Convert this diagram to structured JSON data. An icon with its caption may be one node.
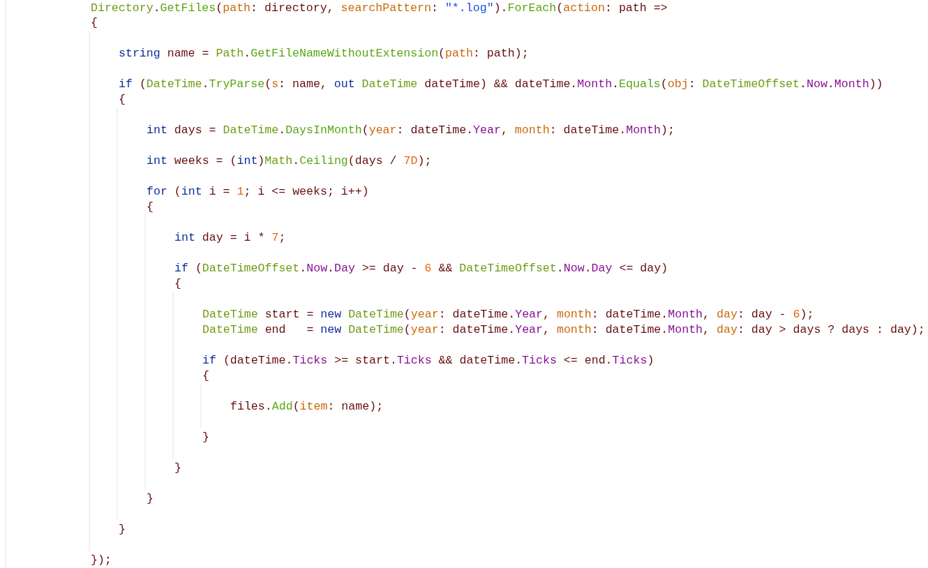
{
  "diagram": {
    "labels": [
      "Directory.GetFiles(path: directory, searchPattern: \"*.log\").ForEach(action: path =>",
      "{",
      "string name = Path.GetFileNameWithoutExtension(path: path);",
      "if (DateTime.TryParse(s: name, out DateTime dateTime) && dateTime.Month.Equals(obj: DateTimeOffset.Now.Month))",
      "{",
      "int days = DateTime.DaysInMonth(year: dateTime.Year, month: dateTime.Month);",
      "int weeks = (int)Math.Ceiling(days / 7D);",
      "for (int i = 1; i <= weeks; i++)",
      "{",
      "int day = i * 7;",
      "if (DateTimeOffset.Now.Day >= day - 6 && DateTimeOffset.Now.Day <= day)",
      "{",
      "DateTime start = new DateTime(year: dateTime.Year, month: dateTime.Month, day: day - 6);",
      "DateTime end   = new DateTime(year: dateTime.Year, month: dateTime.Month, day: day > days ? days : day);",
      "if (dateTime.Ticks >= start.Ticks && dateTime.Ticks <= end.Ticks)",
      "{",
      "files.Add(item: name);",
      "}",
      "}",
      "}",
      "}",
      "});"
    ]
  }
}
